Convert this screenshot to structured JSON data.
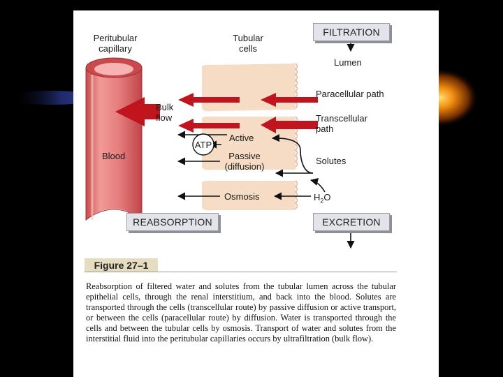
{
  "labels": {
    "peritubular": "Peritubular capillary",
    "tubular_cells": "Tubular cells",
    "filtration": "FILTRATION",
    "lumen": "Lumen",
    "paracellular": "Paracellular path",
    "transcellular": "Transcellular path",
    "bulk_flow": "Bulk flow",
    "active": "Active",
    "atp": "ATP",
    "blood": "Blood",
    "passive": "Passive (diffusion)",
    "solutes": "Solutes",
    "osmosis": "Osmosis",
    "h2o_base": "H",
    "h2o_sub": "2",
    "h2o_end": "O",
    "reabsorption": "REABSORPTION",
    "excretion": "EXCRETION"
  },
  "figure": {
    "number": "Figure 27–1",
    "caption": "Reabsorption of filtered water and solutes from the tubular lumen across the tubular epithelial cells, through the renal interstitium, and back into the blood. Solutes are transported through the cells (transcellular route) by passive diffusion or active transport, or between the cells (paracellular route) by diffusion. Water is transported through the cells and between the tubular cells by osmosis. Transport of water and solutes from the interstitial fluid into the peritubular capillaries occurs by ultrafiltration (bulk flow)."
  },
  "colors": {
    "capillary": "#e8797a",
    "capillary_dark": "#c84a4d",
    "arrow_red": "#c0141e",
    "cell_fill": "#f6dcc4",
    "box_fill": "#e3e4ea",
    "figure_tag": "#e6dcc0"
  }
}
